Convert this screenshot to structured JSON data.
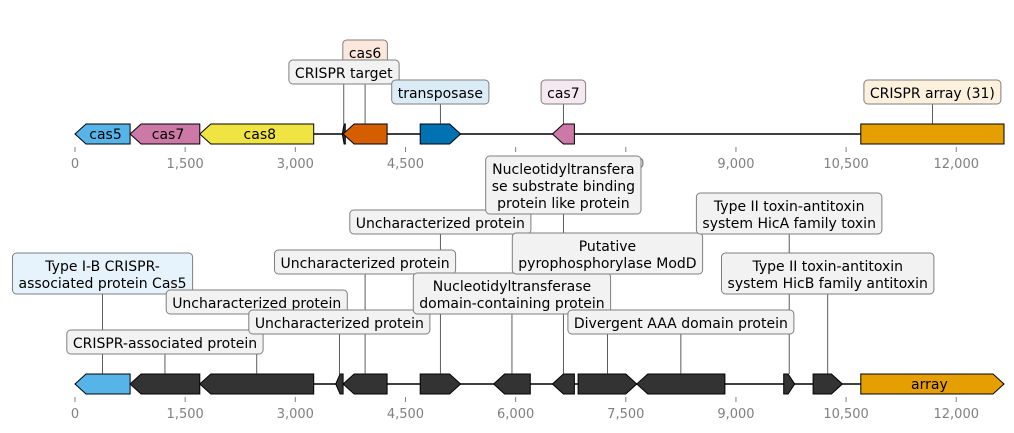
{
  "colors": {
    "cas5": "#56B4E9",
    "cas7": "#CC79A7",
    "cas8": "#F0E442",
    "cas6": "#D55E00",
    "transposase": "#0072B2",
    "crispr_array": "#E69F00",
    "generic_protein": "#333333",
    "axis_tick_label": "#808080"
  },
  "axis": {
    "min": 0,
    "max": 12650,
    "tick_labels": [
      "0",
      "1,500",
      "3,000",
      "4,500",
      "6,000",
      "7,500",
      "9,000",
      "10,500",
      "12,000"
    ]
  },
  "top_track": {
    "genes": [
      {
        "id": "g1",
        "start": 0,
        "end": 750,
        "strand": -1,
        "color_key": "cas5",
        "label": "cas5"
      },
      {
        "id": "g2",
        "start": 750,
        "end": 1700,
        "strand": -1,
        "color_key": "cas7",
        "label": "cas7"
      },
      {
        "id": "g3",
        "start": 1700,
        "end": 3250,
        "strand": -1,
        "color_key": "cas8",
        "label": "cas8"
      },
      {
        "id": "g4",
        "start": 3640,
        "end": 3680,
        "strand": -1,
        "color_key": "generic_protein",
        "label": ""
      },
      {
        "id": "g5",
        "start": 3650,
        "end": 4250,
        "strand": -1,
        "color_key": "cas6",
        "label": ""
      },
      {
        "id": "g6",
        "start": 4700,
        "end": 5250,
        "strand": 1,
        "color_key": "transposase",
        "label": ""
      },
      {
        "id": "g7",
        "start": 6500,
        "end": 6800,
        "strand": -1,
        "color_key": "cas7",
        "label": ""
      },
      {
        "id": "g8",
        "start": 10700,
        "end": 12650,
        "strand": 0,
        "color_key": "crispr_array",
        "label": ""
      }
    ],
    "annotations": [
      {
        "text": "cas6",
        "gene": "g5",
        "bg": "#fbe7dc",
        "tier": 3
      },
      {
        "text": "CRISPR target",
        "gene": "g4",
        "bg": "#f2f2f2",
        "tier": 2
      },
      {
        "text": "transposase",
        "gene": "g6",
        "bg": "#dcecf6",
        "tier": 1
      },
      {
        "text": "cas7",
        "gene": "g7",
        "bg": "#f6e8f0",
        "tier": 1
      },
      {
        "text": "CRISPR array (31)",
        "gene": "g8",
        "bg": "#fcf1dc",
        "tier": 1
      }
    ]
  },
  "bottom_track": {
    "genes": [
      {
        "id": "b1",
        "start": 0,
        "end": 750,
        "strand": -1,
        "color_key": "cas5",
        "label": ""
      },
      {
        "id": "b2",
        "start": 750,
        "end": 1700,
        "strand": -1,
        "color_key": "generic_protein",
        "label": ""
      },
      {
        "id": "b3",
        "start": 1700,
        "end": 3250,
        "strand": -1,
        "color_key": "generic_protein",
        "label": ""
      },
      {
        "id": "b4",
        "start": 3550,
        "end": 3650,
        "strand": -1,
        "color_key": "generic_protein",
        "label": ""
      },
      {
        "id": "b5",
        "start": 3650,
        "end": 4250,
        "strand": -1,
        "color_key": "generic_protein",
        "label": ""
      },
      {
        "id": "b6",
        "start": 4700,
        "end": 5250,
        "strand": 1,
        "color_key": "generic_protein",
        "label": ""
      },
      {
        "id": "b7",
        "start": 5700,
        "end": 6200,
        "strand": -1,
        "color_key": "generic_protein",
        "label": ""
      },
      {
        "id": "b8",
        "start": 6500,
        "end": 6800,
        "strand": -1,
        "color_key": "generic_protein",
        "label": ""
      },
      {
        "id": "b9",
        "start": 6850,
        "end": 7650,
        "strand": 1,
        "color_key": "generic_protein",
        "label": ""
      },
      {
        "id": "b10",
        "start": 7650,
        "end": 8850,
        "strand": -1,
        "color_key": "generic_protein",
        "label": ""
      },
      {
        "id": "b11",
        "start": 9650,
        "end": 9800,
        "strand": 1,
        "color_key": "generic_protein",
        "label": ""
      },
      {
        "id": "b12",
        "start": 10050,
        "end": 10450,
        "strand": 1,
        "color_key": "generic_protein",
        "label": ""
      },
      {
        "id": "b13",
        "start": 10700,
        "end": 12650,
        "strand": 1,
        "color_key": "crispr_array",
        "label": "array"
      }
    ],
    "annotations": [
      {
        "text": "CRISPR-associated protein",
        "gene": "b2",
        "bg": "#f2f2f2",
        "tier": 1
      },
      {
        "text": "Type I-B CRISPR-\nassociated protein Cas5",
        "gene": "b1",
        "bg": "#e6f3fc",
        "tier": 4
      },
      {
        "text": "Uncharacterized protein",
        "gene": "b3",
        "bg": "#f2f2f2",
        "tier": 3
      },
      {
        "text": "Uncharacterized protein",
        "gene": "b4",
        "bg": "#f2f2f2",
        "tier": 2
      },
      {
        "text": "Uncharacterized protein",
        "gene": "b5",
        "bg": "#f2f2f2",
        "tier": 5
      },
      {
        "text": "Uncharacterized protein",
        "gene": "b6",
        "bg": "#f2f2f2",
        "tier": 7
      },
      {
        "text": "Nucleotidyltransferase\ndomain-containing protein",
        "gene": "b7",
        "bg": "#f2f2f2",
        "tier": 3
      },
      {
        "text": "Nucleotidyltransfera\nse substrate binding\nprotein like protein",
        "gene": "b8",
        "bg": "#f2f2f2",
        "tier": 8
      },
      {
        "text": "Putative\npyrophosphorylase ModD",
        "gene": "b9",
        "bg": "#f2f2f2",
        "tier": 5
      },
      {
        "text": "Divergent AAA domain protein",
        "gene": "b10",
        "bg": "#f2f2f2",
        "tier": 2
      },
      {
        "text": "Type II toxin-antitoxin\nsystem HicA family toxin",
        "gene": "b11",
        "bg": "#f2f2f2",
        "tier": 7
      },
      {
        "text": "Type II toxin-antitoxin\nsystem HicB family antitoxin",
        "gene": "b12",
        "bg": "#f2f2f2",
        "tier": 4
      }
    ]
  }
}
